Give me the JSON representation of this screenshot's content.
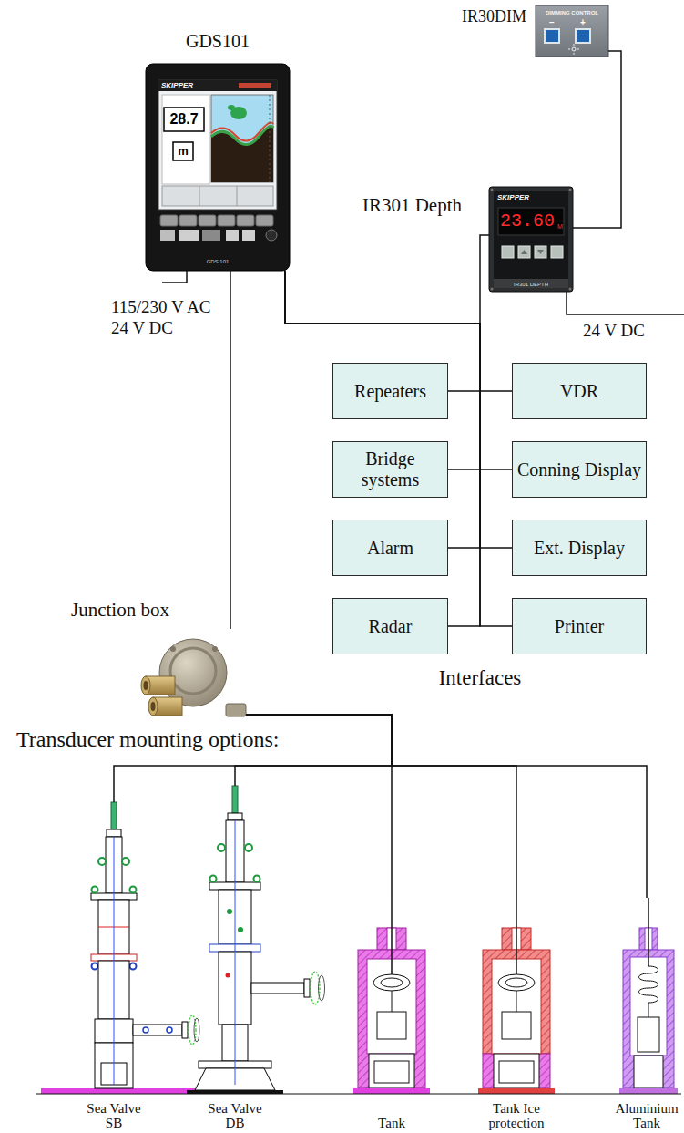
{
  "diagram": {
    "nodes": [
      {
        "text": [
          "IR30DIM",
          "DIMMING CONTROL",
          "−",
          "+"
        ]
      },
      {
        "text": [
          "GDS101",
          "SKIPPER",
          "28.7",
          "m",
          "GDS 101"
        ]
      },
      {
        "text": [
          "IR301 Depth",
          "SKIPPER",
          "23.60",
          "M",
          "IR301 DEPTH"
        ]
      },
      {
        "text": [
          "Repeaters"
        ]
      },
      {
        "text": [
          "VDR"
        ]
      },
      {
        "text": [
          "Bridge systems"
        ]
      },
      {
        "text": [
          "Conning Display"
        ]
      },
      {
        "text": [
          "Alarm"
        ]
      },
      {
        "text": [
          "Ext. Display"
        ]
      },
      {
        "text": [
          "Radar"
        ]
      },
      {
        "text": [
          "Printer"
        ]
      },
      {
        "text": [
          "Junction box"
        ]
      },
      {
        "text": [
          "Sea Valve SB"
        ]
      },
      {
        "text": [
          "Sea Valve DB"
        ]
      },
      {
        "text": [
          "Tank"
        ]
      },
      {
        "text": [
          "Tank Ice protection"
        ]
      },
      {
        "text": [
          "Aluminium Tank"
        ]
      }
    ],
    "edges": [
      {
        "from": 0,
        "to": 2,
        "arrow": "none"
      },
      {
        "from": 1,
        "to": 2,
        "arrow": "none"
      },
      {
        "from": 1,
        "to": 3,
        "arrow": "none"
      },
      {
        "from": 1,
        "to": 4,
        "arrow": "none"
      },
      {
        "from": 1,
        "to": 5,
        "arrow": "none"
      },
      {
        "from": 1,
        "to": 6,
        "arrow": "none"
      },
      {
        "from": 1,
        "to": 7,
        "arrow": "none"
      },
      {
        "from": 1,
        "to": 8,
        "arrow": "none"
      },
      {
        "from": 1,
        "to": 9,
        "arrow": "none"
      },
      {
        "from": 1,
        "to": 10,
        "arrow": "none"
      },
      {
        "from": 1,
        "to": 11,
        "arrow": "none"
      },
      {
        "from": 11,
        "to": 12,
        "arrow": "none"
      },
      {
        "from": 11,
        "to": 13,
        "arrow": "none"
      },
      {
        "from": 11,
        "to": 14,
        "arrow": "none"
      },
      {
        "from": 11,
        "to": 15,
        "arrow": "none"
      },
      {
        "from": 11,
        "to": 16,
        "arrow": "none"
      }
    ],
    "labels": [
      "115/230 V AC",
      "24 V DC",
      "24 V DC",
      "Interfaces",
      "Transducer mounting options:"
    ]
  }
}
